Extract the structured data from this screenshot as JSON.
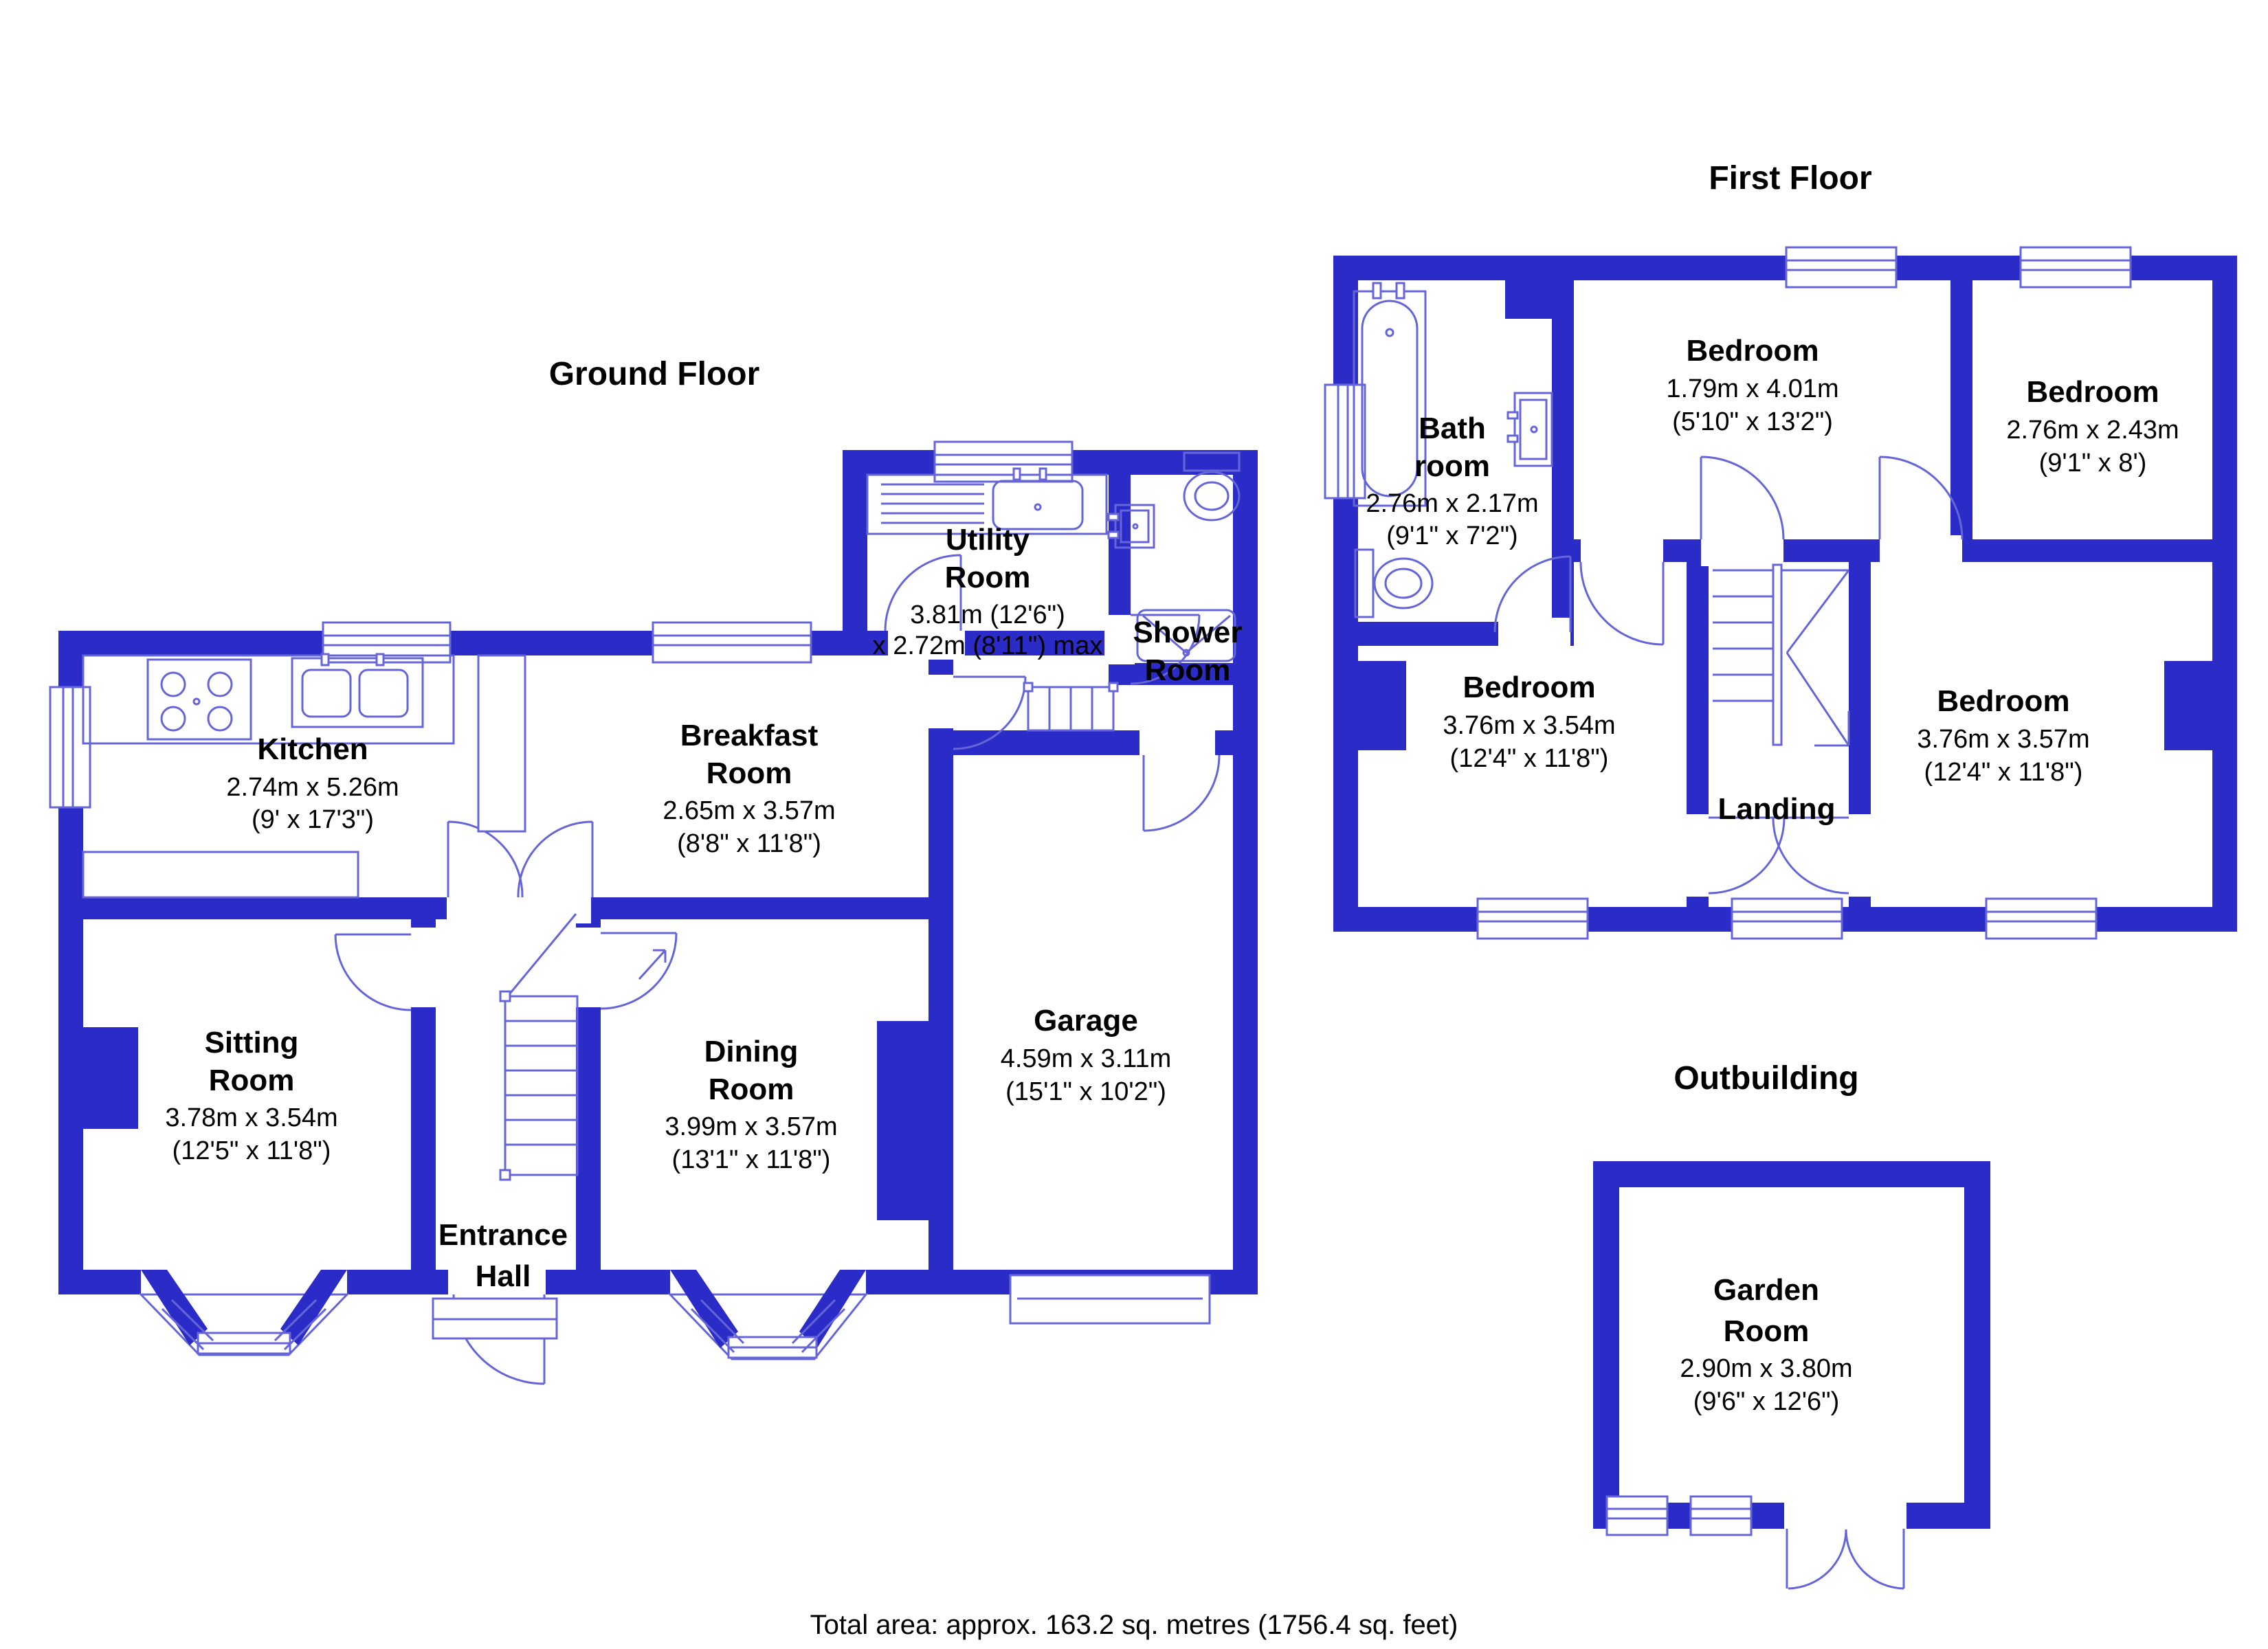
{
  "colors": {
    "wall": "#2b2bc7",
    "line": "#6565d8",
    "text": "#000000"
  },
  "titles": {
    "ground_floor": "Ground Floor",
    "first_floor": "First Floor",
    "outbuilding": "Outbuilding"
  },
  "footer": {
    "total_area": "Total area: approx. 163.2 sq. metres (1756.4 sq. feet)"
  },
  "rooms": {
    "kitchen": {
      "name1": "Kitchen",
      "name2": "",
      "metric": "2.74m x 5.26m",
      "imperial": "(9' x 17'3\")"
    },
    "breakfast": {
      "name1": "Breakfast",
      "name2": "Room",
      "metric": "2.65m x 3.57m",
      "imperial": "(8'8\" x 11'8\")"
    },
    "utility": {
      "name1": "Utility",
      "name2": "Room",
      "metric": "3.81m (12'6\")",
      "metric2": "x 2.72m (8'11\") max"
    },
    "shower": {
      "name1": "Shower",
      "name2": "Room"
    },
    "sitting": {
      "name1": "Sitting",
      "name2": "Room",
      "metric": "3.78m x 3.54m",
      "imperial": "(12'5\" x 11'8\")"
    },
    "entrance": {
      "name1": "Entrance",
      "name2": "Hall"
    },
    "dining": {
      "name1": "Dining",
      "name2": "Room",
      "metric": "3.99m x 3.57m",
      "imperial": "(13'1\" x 11'8\")"
    },
    "garage": {
      "name1": "Garage",
      "metric": "4.59m x 3.11m",
      "imperial": "(15'1\" x 10'2\")"
    },
    "bathroom": {
      "name1": "Bath",
      "name2": "room",
      "metric": "2.76m x 2.17m",
      "imperial": "(9'1\" x 7'2\")"
    },
    "bed_mid": {
      "name1": "Bedroom",
      "metric": "1.79m x 4.01m",
      "imperial": "(5'10\" x 13'2\")"
    },
    "bed_topright": {
      "name1": "Bedroom",
      "metric": "2.76m x 2.43m",
      "imperial": "(9'1\" x 8')"
    },
    "bed_left": {
      "name1": "Bedroom",
      "metric": "3.76m x 3.54m",
      "imperial": "(12'4\" x 11'8\")"
    },
    "bed_right": {
      "name1": "Bedroom",
      "metric": "3.76m x 3.57m",
      "imperial": "(12'4\" x 11'8\")"
    },
    "landing": {
      "name1": "Landing"
    },
    "garden": {
      "name1": "Garden",
      "name2": "Room",
      "metric": "2.90m x 3.80m",
      "imperial": "(9'6\" x 12'6\")"
    }
  }
}
